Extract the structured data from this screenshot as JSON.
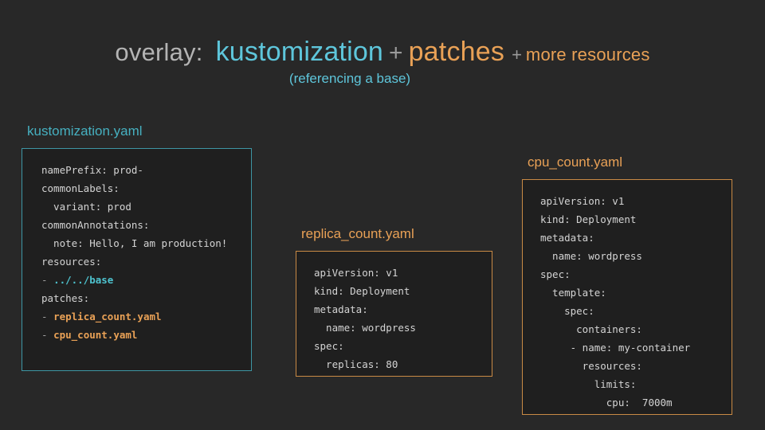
{
  "slide": {
    "background_color": "#282828",
    "title": {
      "prefix": "overlay:",
      "term_a": "kustomization",
      "plus_1": "+",
      "term_b": "patches",
      "plus_2": "+",
      "term_c": "more resources",
      "subtitle": "(referencing a base)",
      "colors": {
        "prefix": "#b4b4b4",
        "term_a": "#5ec6db",
        "plus": "#9a9a9a",
        "term_b": "#e9a156",
        "term_c": "#e9a156",
        "subtitle": "#5ec6db"
      }
    }
  },
  "panels": [
    {
      "label": "kustomization.yaml",
      "accent": "#3e96a4",
      "label_color": "#46b0c0",
      "lines": [
        [
          {
            "t": "namePrefix: prod-",
            "c": "plain"
          }
        ],
        [
          {
            "t": "commonLabels:",
            "c": "plain"
          }
        ],
        [
          {
            "t": "  variant: prod",
            "c": "plain"
          }
        ],
        [
          {
            "t": "commonAnnotations:",
            "c": "plain"
          }
        ],
        [
          {
            "t": "  note: Hello, I am production!",
            "c": "plain"
          }
        ],
        [
          {
            "t": "resources:",
            "c": "plain"
          }
        ],
        [
          {
            "t": "- ",
            "c": "dash"
          },
          {
            "t": "../../base",
            "c": "cyan"
          }
        ],
        [
          {
            "t": "patches:",
            "c": "plain"
          }
        ],
        [
          {
            "t": "- ",
            "c": "dash"
          },
          {
            "t": "replica_count.yaml",
            "c": "orange"
          }
        ],
        [
          {
            "t": "- ",
            "c": "dash"
          },
          {
            "t": "cpu_count.yaml",
            "c": "orange"
          }
        ]
      ]
    },
    {
      "label": "replica_count.yaml",
      "accent": "#c98a45",
      "label_color": "#e9a156",
      "lines": [
        [
          {
            "t": "apiVersion: v1",
            "c": "plain"
          }
        ],
        [
          {
            "t": "kind: Deployment",
            "c": "plain"
          }
        ],
        [
          {
            "t": "metadata:",
            "c": "plain"
          }
        ],
        [
          {
            "t": "  name: wordpress",
            "c": "plain"
          }
        ],
        [
          {
            "t": "spec:",
            "c": "plain"
          }
        ],
        [
          {
            "t": "  replicas: 80",
            "c": "plain"
          }
        ]
      ]
    },
    {
      "label": "cpu_count.yaml",
      "accent": "#c98a45",
      "label_color": "#e9a156",
      "lines": [
        [
          {
            "t": "apiVersion: v1",
            "c": "plain"
          }
        ],
        [
          {
            "t": "kind: Deployment",
            "c": "plain"
          }
        ],
        [
          {
            "t": "metadata:",
            "c": "plain"
          }
        ],
        [
          {
            "t": "  name: wordpress",
            "c": "plain"
          }
        ],
        [
          {
            "t": "spec:",
            "c": "plain"
          }
        ],
        [
          {
            "t": "  template:",
            "c": "plain"
          }
        ],
        [
          {
            "t": "    spec:",
            "c": "plain"
          }
        ],
        [
          {
            "t": "      containers:",
            "c": "plain"
          }
        ],
        [
          {
            "t": "     - name: my-container",
            "c": "plain"
          }
        ],
        [
          {
            "t": "       resources:",
            "c": "plain"
          }
        ],
        [
          {
            "t": "         limits:",
            "c": "plain"
          }
        ],
        [
          {
            "t": "           cpu:  7000m",
            "c": "plain"
          }
        ]
      ]
    }
  ]
}
